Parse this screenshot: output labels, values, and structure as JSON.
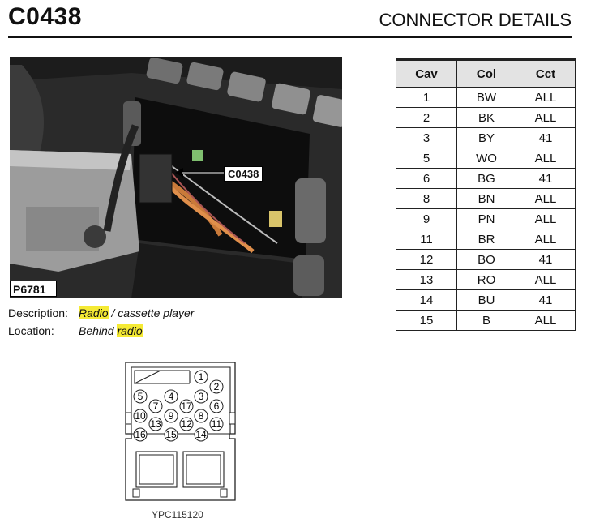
{
  "header": {
    "code": "C0438",
    "title": "CONNECTOR DETAILS"
  },
  "photo": {
    "id": "P6781",
    "callout": "C0438"
  },
  "description": {
    "label": "Description:",
    "value_highlight": "Radio",
    "value_rest": " / cassette player"
  },
  "location": {
    "label": "Location:",
    "value_prefix": "Behind ",
    "value_highlight": "radio"
  },
  "table": {
    "headers": [
      "Cav",
      "Col",
      "Cct"
    ],
    "rows": [
      [
        "1",
        "BW",
        "ALL"
      ],
      [
        "2",
        "BK",
        "ALL"
      ],
      [
        "3",
        "BY",
        "41"
      ],
      [
        "5",
        "WO",
        "ALL"
      ],
      [
        "6",
        "BG",
        "41"
      ],
      [
        "8",
        "BN",
        "ALL"
      ],
      [
        "9",
        "PN",
        "ALL"
      ],
      [
        "11",
        "BR",
        "ALL"
      ],
      [
        "12",
        "BO",
        "41"
      ],
      [
        "13",
        "RO",
        "ALL"
      ],
      [
        "14",
        "BU",
        "41"
      ],
      [
        "15",
        "B",
        "ALL"
      ]
    ]
  },
  "connector": {
    "pins": [
      "1",
      "2",
      "3",
      "4",
      "5",
      "6",
      "7",
      "8",
      "9",
      "10",
      "11",
      "12",
      "13",
      "14",
      "15",
      "16",
      "17"
    ],
    "reference": "YPC115120"
  },
  "colors": {
    "highlight": "#f5ea35",
    "header_fill": "#e3e3e3"
  }
}
